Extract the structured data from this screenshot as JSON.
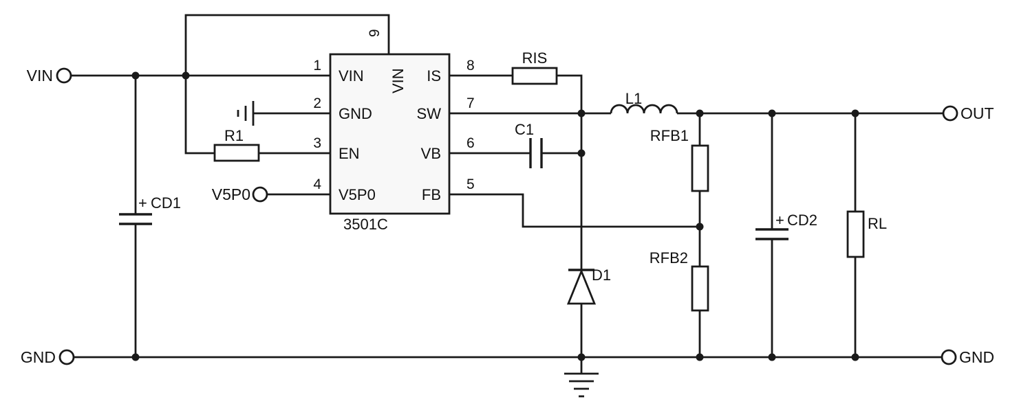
{
  "diagram": {
    "type": "circuit-schematic"
  },
  "ic": {
    "part": "3501C",
    "top_pin": {
      "num": "9",
      "name": "VIN"
    },
    "left_pins": [
      {
        "num": "1",
        "name": "VIN"
      },
      {
        "num": "2",
        "name": "GND"
      },
      {
        "num": "3",
        "name": "EN"
      },
      {
        "num": "4",
        "name": "V5P0"
      }
    ],
    "right_pins": [
      {
        "num": "8",
        "name": "IS"
      },
      {
        "num": "7",
        "name": "SW"
      },
      {
        "num": "6",
        "name": "VB"
      },
      {
        "num": "5",
        "name": "FB"
      }
    ]
  },
  "terminals": {
    "vin": "VIN",
    "out": "OUT",
    "gnd_left": "GND",
    "gnd_right": "GND",
    "v5p0": "V5P0"
  },
  "components": {
    "cd1": {
      "label": "CD1",
      "polarity": "+",
      "type": "electrolytic capacitor"
    },
    "r1": {
      "label": "R1",
      "type": "resistor"
    },
    "ris": {
      "label": "RIS",
      "type": "resistor"
    },
    "c1": {
      "label": "C1",
      "type": "capacitor"
    },
    "l1": {
      "label": "L1",
      "type": "inductor"
    },
    "d1": {
      "label": "D1",
      "type": "diode"
    },
    "rfb1": {
      "label": "RFB1",
      "type": "resistor"
    },
    "rfb2": {
      "label": "RFB2",
      "type": "resistor"
    },
    "cd2": {
      "label": "CD2",
      "polarity": "+",
      "type": "electrolytic capacitor"
    },
    "rl": {
      "label": "RL",
      "type": "resistor"
    }
  },
  "colors": {
    "wire": "#1a1a1a",
    "background": "#ffffff",
    "ic_fill": "#f8f8f8"
  }
}
